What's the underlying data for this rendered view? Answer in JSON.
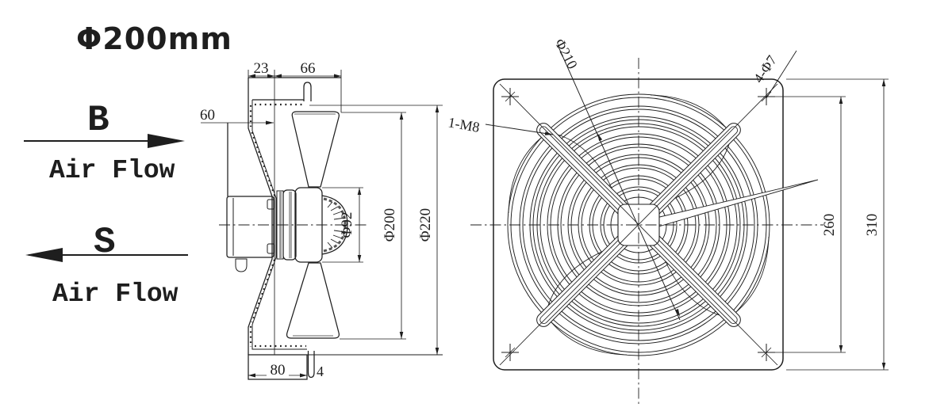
{
  "title": "Φ200mm",
  "airflow": {
    "b": {
      "letter": "B",
      "label": "Air Flow"
    },
    "s": {
      "letter": "S",
      "label": "Air Flow"
    }
  },
  "side": {
    "d23": "23",
    "d66": "66",
    "d60": "60",
    "d80": "80",
    "d4": "4",
    "phi92": "Φ92",
    "phi200": "Φ200",
    "phi220": "Φ220"
  },
  "front": {
    "phi210": "Φ210",
    "m8": "1-M8",
    "holes": "4-Φ7",
    "spacing": "260",
    "plate": "310"
  },
  "colors": {
    "line": "#1e1e1e",
    "bg": "#ffffff"
  }
}
